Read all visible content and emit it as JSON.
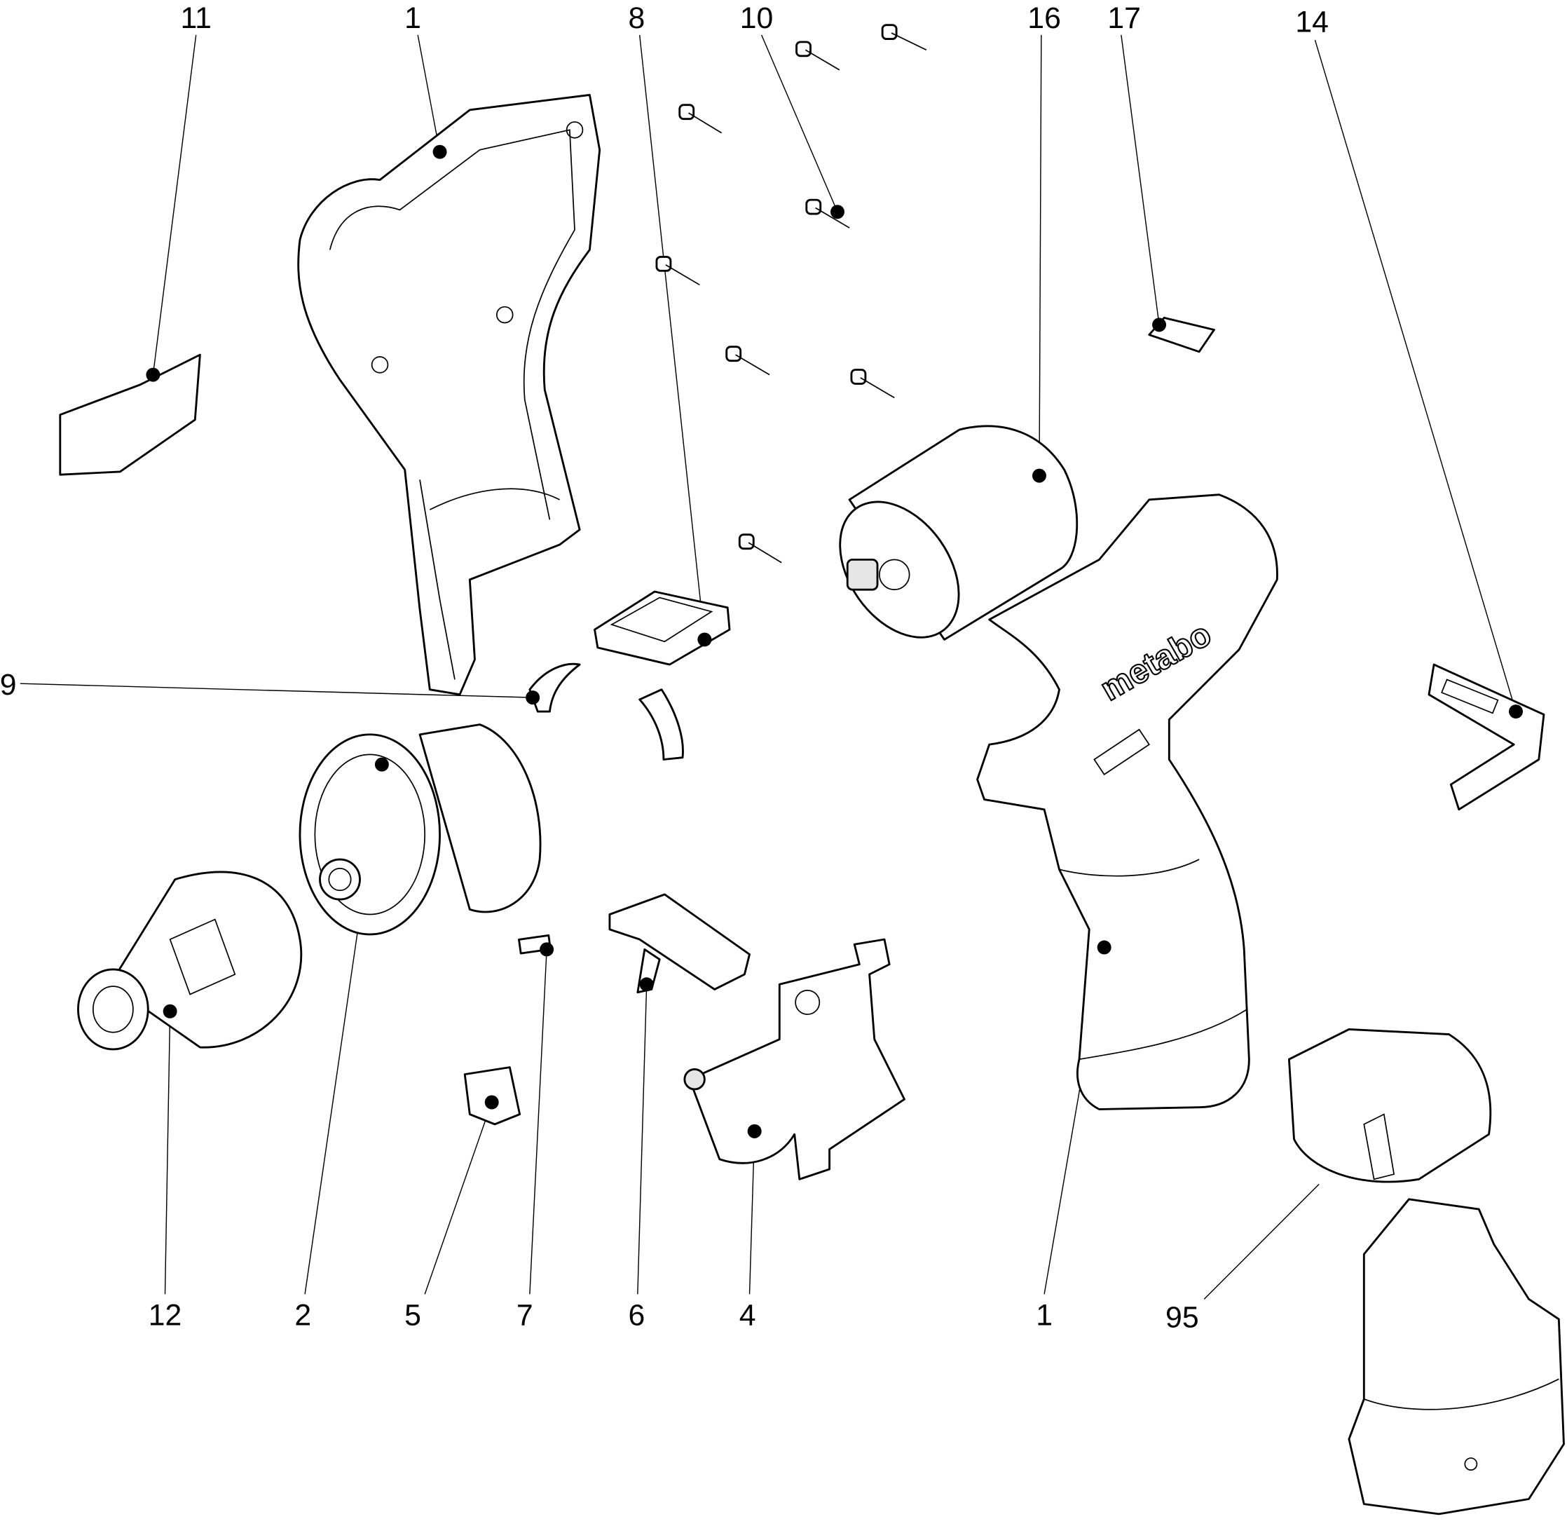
{
  "diagram": {
    "type": "exploded-parts-view",
    "labels": {
      "p11": "11",
      "p1_top": "1",
      "p8": "8",
      "p10": "10",
      "p16": "16",
      "p17": "17",
      "p14": "14",
      "p9": "9",
      "p12": "12",
      "p2": "2",
      "p5": "5",
      "p7": "7",
      "p6": "6",
      "p4": "4",
      "p1_bottom": "1",
      "p95": "95"
    },
    "logo_text": "metabo"
  }
}
